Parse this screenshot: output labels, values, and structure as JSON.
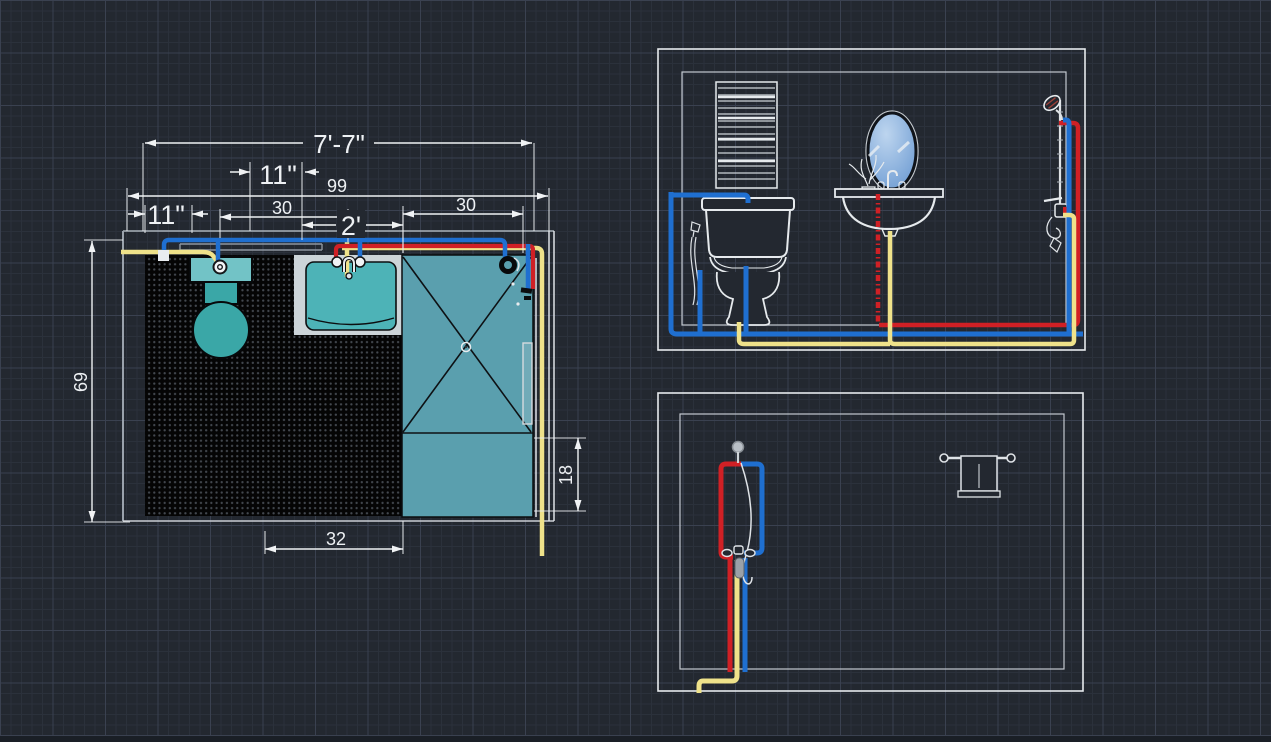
{
  "drawing": {
    "type": "bathroom-plumbing-cad",
    "views": {
      "floor_plan": "bathroom floor plan with dot-hatched floor, toilet, sink and shower (top view)",
      "elevation_main": "wall elevation with towel radiator, toilet, mirror sink and shower column",
      "elevation_side": "wall elevation with water heater pipe loop and towel bar"
    }
  },
  "colors": {
    "background": "#232830",
    "grid_minor": "#2b313b",
    "grid_major": "#3a4150",
    "pipe_cold_blue": "#1f6fd0",
    "pipe_hot_red": "#d02025",
    "pipe_drain_yellow": "#efe28a",
    "fixture_teal": "#5a9fae",
    "fixture_teal_light": "#72c3c6",
    "fixture_teal_dark": "#3aa7a7",
    "sink_teal": "#4db3b7",
    "sink_panel_gray": "#ccd4d8",
    "mirror_blue": "#8fb5e0",
    "line_white": "#e6eaed",
    "wall_gray": "#9aa2ac",
    "hatch_black": "#050505"
  },
  "floor_plan": {
    "dimensions": {
      "total_width": "7'-7\"",
      "top_offset": "11\"",
      "overall_inches": "99",
      "left_offset": "11\"",
      "left_span": "30",
      "right_span": "30",
      "shower_width": "2'",
      "room_depth": "69",
      "bottom_span": "32",
      "right_depth": "18"
    }
  }
}
